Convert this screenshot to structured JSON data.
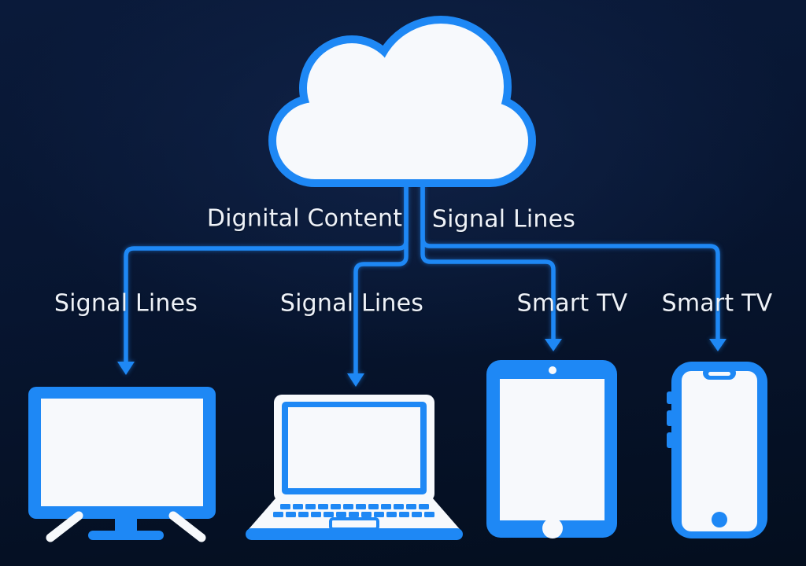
{
  "labels": {
    "cloud_left": "Dignital Content",
    "cloud_right": "Signal Lines",
    "tv": "Signal Lines",
    "laptop": "Signal Lines",
    "tablet": "Smart TV",
    "phone": "Smart TV"
  },
  "diagram": {
    "source_node": "cloud",
    "target_nodes": [
      "tv-monitor",
      "laptop",
      "tablet",
      "smartphone"
    ],
    "connections": [
      {
        "from": "cloud",
        "to": "tv-monitor"
      },
      {
        "from": "cloud",
        "to": "laptop"
      },
      {
        "from": "cloud",
        "to": "tablet"
      },
      {
        "from": "cloud",
        "to": "smartphone"
      }
    ]
  },
  "colors": {
    "accent": "#1E88F5",
    "screen_white": "#F7F9FC",
    "background_top": "#0A1A3A",
    "background_bottom": "#040E1E",
    "text": "#EEF2F8"
  }
}
